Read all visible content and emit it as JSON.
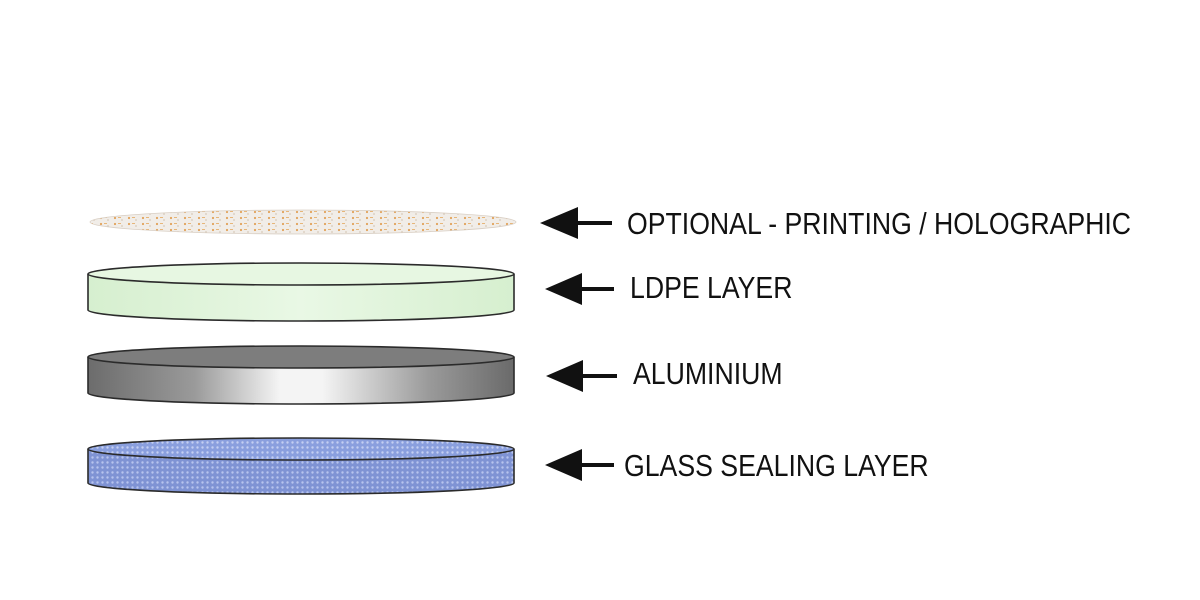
{
  "diagram": {
    "layers": [
      {
        "id": "printing",
        "label": "OPTIONAL - PRINTING / HOLOGRAPHIC",
        "colors": {
          "base": "#f1ede8",
          "pattern": "#e2a25a"
        }
      },
      {
        "id": "ldpe",
        "label": "LDPE LAYER",
        "colors": {
          "side": "#dcf2d6",
          "top": "#e7f7e2",
          "outline": "#2b2b2b"
        }
      },
      {
        "id": "aluminium",
        "label": "ALUMINIUM",
        "colors": {
          "dark": "#6c6c6c",
          "light": "#f4f4f4",
          "top": "#7d7d7d",
          "outline": "#2b2b2b"
        }
      },
      {
        "id": "glass",
        "label": "GLASS SEALING LAYER",
        "colors": {
          "side": "#7f93d4",
          "top": "#8a9fde",
          "dots": "#b7c4ee",
          "outline": "#2b2b2b"
        }
      }
    ]
  }
}
